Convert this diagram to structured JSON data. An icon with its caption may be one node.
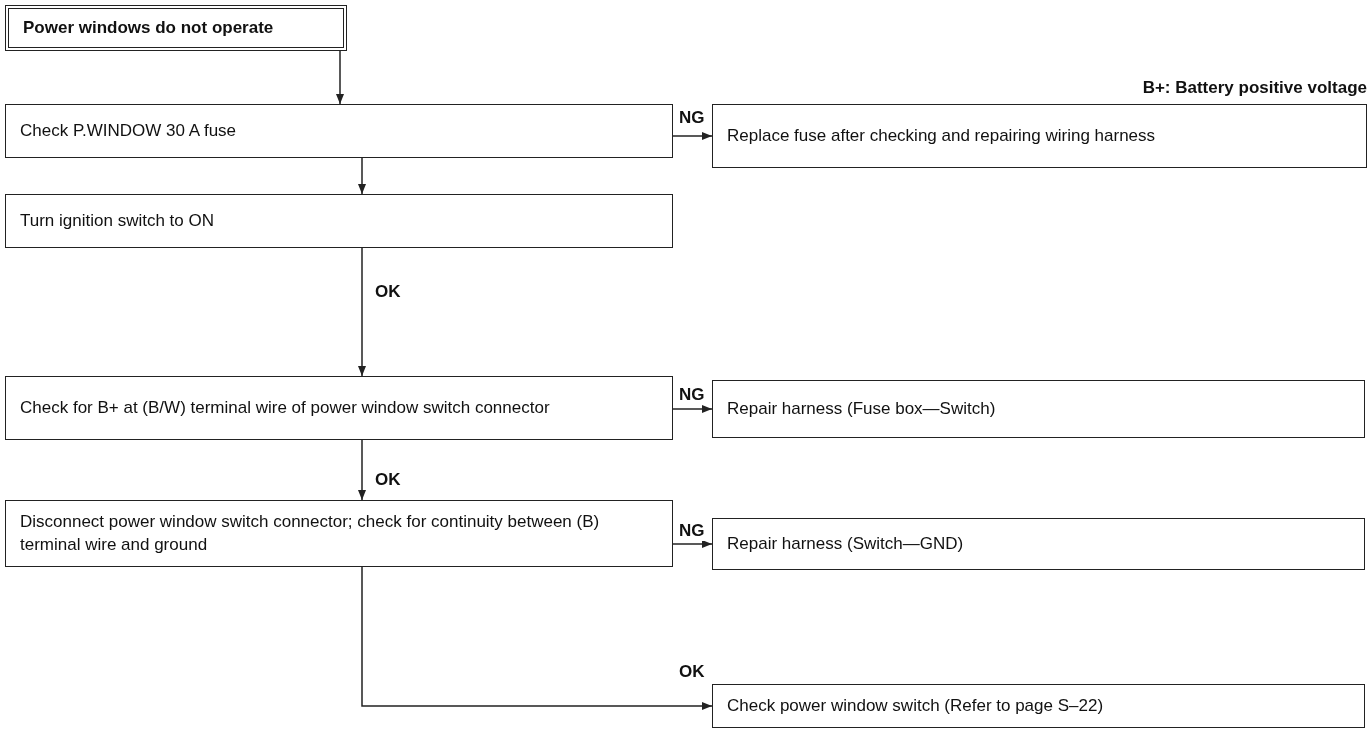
{
  "diagram": {
    "nodes": [
      {
        "text": [
          "Power windows do not operate"
        ]
      },
      {
        "text": [
          "Check P.WINDOW 30 A fuse"
        ]
      },
      {
        "text": [
          "Replace fuse after checking and repairing wiring harness"
        ]
      },
      {
        "text": [
          "Turn ignition switch to ON"
        ]
      },
      {
        "text": [
          "Check for B+ at (B/W) terminal wire of power window switch connector"
        ]
      },
      {
        "text": [
          "Repair harness (Fuse box—Switch)"
        ]
      },
      {
        "text": [
          "Disconnect power window switch connector; check for continuity between (B) terminal wire and ground"
        ]
      },
      {
        "text": [
          "Repair harness (Switch—GND)"
        ]
      },
      {
        "text": [
          "Check power window switch (Refer to page S–22)"
        ]
      }
    ],
    "edges": [
      {
        "from": 0,
        "to": 1,
        "arrow": "to"
      },
      {
        "from": 1,
        "to": 2,
        "arrow": "to",
        "label": "NG"
      },
      {
        "from": 1,
        "to": 3,
        "arrow": "to"
      },
      {
        "from": 3,
        "to": 4,
        "arrow": "to",
        "label": "OK"
      },
      {
        "from": 4,
        "to": 5,
        "arrow": "to",
        "label": "NG"
      },
      {
        "from": 4,
        "to": 6,
        "arrow": "to",
        "label": "OK"
      },
      {
        "from": 6,
        "to": 7,
        "arrow": "to",
        "label": "NG"
      },
      {
        "from": 6,
        "to": 8,
        "arrow": "to",
        "label": "OK"
      }
    ],
    "labels": [
      "B+: Battery positive voltage"
    ]
  }
}
